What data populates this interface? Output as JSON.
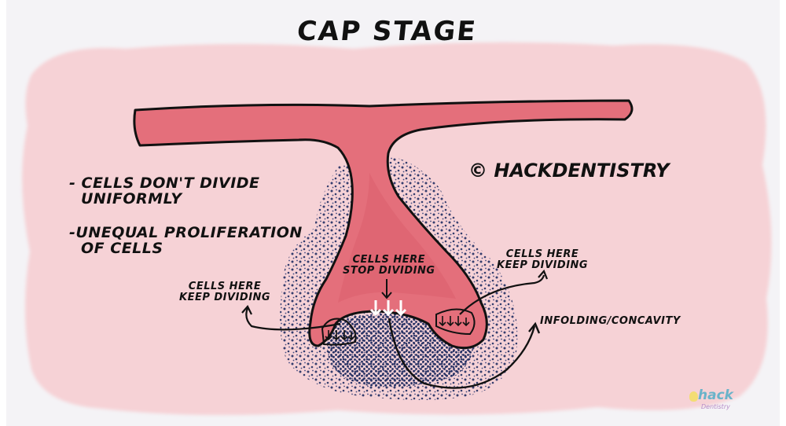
{
  "title": "CAP STAGE",
  "copyright": "© HACKDENTISTRY",
  "notes": {
    "note1_line1": "- CELLS DON'T DIVIDE",
    "note1_line2": "UNIFORMLY",
    "note2_line1": "-UNEQUAL PROLIFERATION",
    "note2_line2": "OF CELLS"
  },
  "annotations": {
    "keep_dividing_left_1": "CELLS HERE",
    "keep_dividing_left_2": "KEEP DIVIDING",
    "stop_dividing_1": "CELLS HERE",
    "stop_dividing_2": "STOP DIVIDING",
    "keep_dividing_right_1": "CELLS HERE",
    "keep_dividing_right_2": "KEEP DIVIDING",
    "infolding": "INFOLDING/CONCAVITY"
  },
  "logo": {
    "main": "hack",
    "sub": "Dentistry"
  },
  "colors": {
    "background_blob": "#f6d2d6",
    "epithelium": "#e46f7b",
    "epithelium_outline": "#111111",
    "mesenchyme_dots": "#2b3567",
    "arrow": "#111111",
    "down_arrows": "#ffffff"
  }
}
